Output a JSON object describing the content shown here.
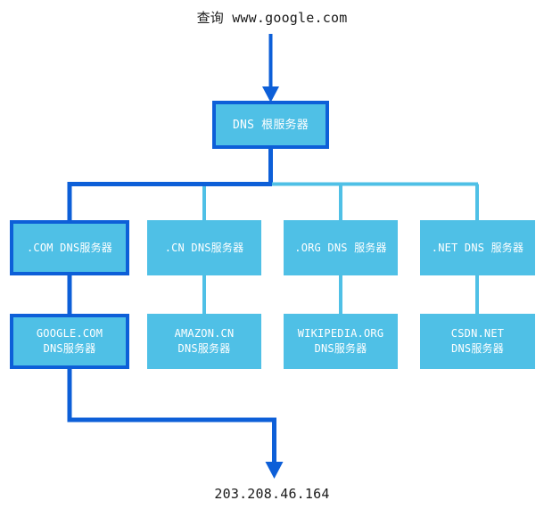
{
  "diagram": {
    "title_query": "查询 www.google.com",
    "result_ip": "203.208.46.164",
    "colors": {
      "node_fill": "#4fc0e6",
      "highlight_stroke": "#0d5fd8",
      "normal_stroke": "#4fc0e6",
      "node_text": "#ffffff",
      "label_text": "#1a1a1a",
      "background": "#ffffff"
    },
    "nodes": {
      "root": {
        "label": "DNS 根服务器",
        "highlighted": true
      },
      "tld": [
        {
          "id": "com",
          "label": ".COM DNS服务器",
          "highlighted": true
        },
        {
          "id": "cn",
          "label": ".CN DNS服务器",
          "highlighted": false
        },
        {
          "id": "org",
          "label": ".ORG DNS 服务器",
          "highlighted": false
        },
        {
          "id": "net",
          "label": ".NET DNS 服务器",
          "highlighted": false
        }
      ],
      "authoritative": [
        {
          "id": "google",
          "label": "GOOGLE.COM\nDNS服务器",
          "highlighted": true
        },
        {
          "id": "amazon",
          "label": "AMAZON.CN\nDNS服务器",
          "highlighted": false
        },
        {
          "id": "wikipedia",
          "label": "WIKIPEDIA.ORG\nDNS服务器",
          "highlighted": false
        },
        {
          "id": "csdn",
          "label": "CSDN.NET\nDNS服务器",
          "highlighted": false
        }
      ]
    }
  }
}
